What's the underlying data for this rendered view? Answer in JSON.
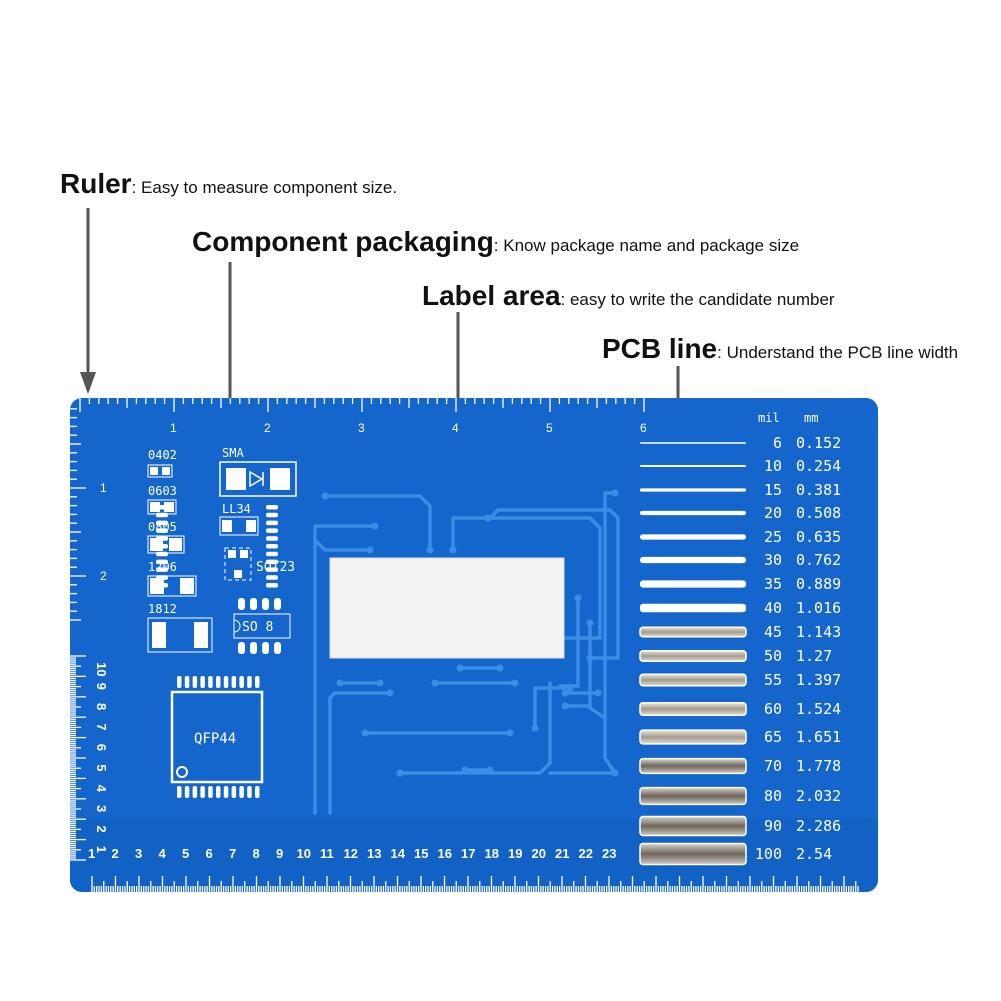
{
  "annotations": {
    "ruler": {
      "title": "Ruler",
      "desc": ": Easy to measure component size."
    },
    "component": {
      "title": "Component packaging",
      "desc": ": Know package name and package size"
    },
    "label": {
      "title": "Label area",
      "desc": ":  easy to write the candidate number"
    },
    "pcb": {
      "title": "PCB line",
      "desc": ":  Understand the PCB line width"
    }
  },
  "board": {
    "colors": {
      "board": "#1466cc",
      "board_dark": "#0f57b3",
      "trace": "#3a8ee6",
      "silk": "#ffffff",
      "label_area": "#f3f3f3",
      "metal": "#b8b0a6"
    },
    "top_ruler_numbers": [
      "1",
      "2",
      "3",
      "4",
      "5",
      "6"
    ],
    "left_ruler_numbers": [
      "1",
      "2"
    ],
    "left_mm_numbers": [
      "10",
      "9",
      "8",
      "7",
      "6",
      "5",
      "4",
      "3",
      "2",
      "1"
    ],
    "bottom_mm_numbers": [
      "1",
      "2",
      "3",
      "4",
      "5",
      "6",
      "7",
      "8",
      "9",
      "10",
      "11",
      "12",
      "13",
      "14",
      "15",
      "16",
      "17",
      "18",
      "19",
      "20",
      "21",
      "22",
      "23"
    ],
    "packages": {
      "p0402": "0402",
      "p0603": "0603",
      "p0805": "0805",
      "p1206": "1206",
      "p1812": "1812",
      "sma": "SMA",
      "ll34": "LL34",
      "sot23": "SOT23",
      "so8": "SO 8",
      "qfp44": "QFP44"
    },
    "pcb_lines": {
      "header_mil": "mil",
      "header_mm": "mm",
      "rows": [
        {
          "mil": "6",
          "mm": "0.152"
        },
        {
          "mil": "10",
          "mm": "0.254"
        },
        {
          "mil": "15",
          "mm": "0.381"
        },
        {
          "mil": "20",
          "mm": "0.508"
        },
        {
          "mil": "25",
          "mm": "0.635"
        },
        {
          "mil": "30",
          "mm": "0.762"
        },
        {
          "mil": "35",
          "mm": "0.889"
        },
        {
          "mil": "40",
          "mm": "1.016"
        },
        {
          "mil": "45",
          "mm": "1.143"
        },
        {
          "mil": "50",
          "mm": "1.27"
        },
        {
          "mil": "55",
          "mm": "1.397"
        },
        {
          "mil": "60",
          "mm": "1.524"
        },
        {
          "mil": "65",
          "mm": "1.651"
        },
        {
          "mil": "70",
          "mm": "1.778"
        },
        {
          "mil": "80",
          "mm": "2.032"
        },
        {
          "mil": "90",
          "mm": "2.286"
        },
        {
          "mil": "100",
          "mm": "2.54"
        }
      ]
    }
  }
}
